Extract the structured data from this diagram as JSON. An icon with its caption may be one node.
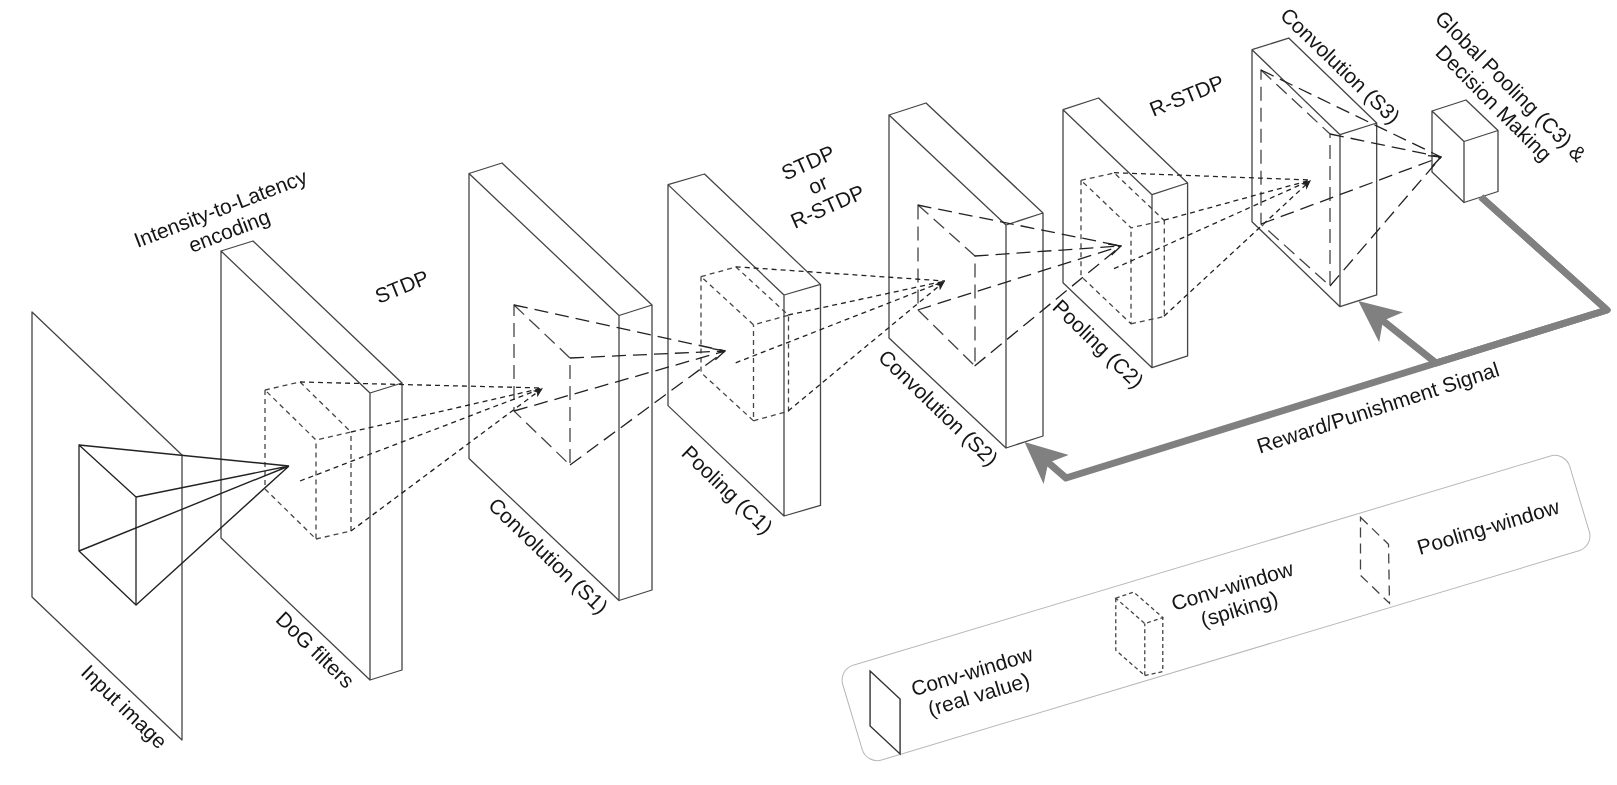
{
  "diagram": {
    "nodes": [
      {
        "text": [
          "Input image"
        ]
      },
      {
        "text": [],
        "shape": "parallelogram",
        "in": 0
      },
      {
        "text": [
          "DoG filters"
        ]
      },
      {
        "text": [],
        "shape": "cube",
        "in": 2
      },
      {
        "text": [
          "Convolution (S1)"
        ]
      },
      {
        "text": [],
        "shape": "parallelogram",
        "in": 4
      },
      {
        "text": [
          "Pooling (C1)"
        ]
      },
      {
        "text": [],
        "shape": "cube",
        "in": 6
      },
      {
        "text": [
          "Convolution (S2)"
        ]
      },
      {
        "text": [],
        "shape": "parallelogram",
        "in": 8
      },
      {
        "text": [
          "Pooling (C2)"
        ]
      },
      {
        "text": [],
        "shape": "cube",
        "in": 10
      },
      {
        "text": [
          "Convolution (S3)"
        ]
      },
      {
        "text": [],
        "shape": "parallelogram",
        "in": 12
      },
      {
        "text": [
          "Global Pooling (C3) & Decision Making"
        ]
      }
    ],
    "edges": [
      {
        "from": 1,
        "to": 3,
        "arrow": "none"
      },
      {
        "from": 3,
        "to": 5,
        "arrow": "to",
        "style": "dashed"
      },
      {
        "from": 5,
        "to": 7,
        "arrow": "to",
        "style": "dashed"
      },
      {
        "from": 7,
        "to": 9,
        "arrow": "to",
        "style": "dashed"
      },
      {
        "from": 9,
        "to": 11,
        "arrow": "to",
        "style": "dashed"
      },
      {
        "from": 11,
        "to": 13,
        "arrow": "to",
        "style": "dashed"
      },
      {
        "from": 13,
        "to": 14,
        "arrow": "to",
        "style": "dashed"
      },
      {
        "from": 14,
        "to": 12,
        "arrow": "to",
        "style": "thick",
        "color": "#808080"
      },
      {
        "from": 14,
        "to": 8,
        "arrow": "to",
        "style": "thick",
        "color": "#808080",
        "label": "Reward/Punishment Signal"
      }
    ],
    "labels": [
      "Intensity-to-Latency encoding",
      "STDP",
      "STDP or R-STDP",
      "R-STDP"
    ],
    "legend": [
      {
        "text": "Conv-window (real value)"
      },
      {
        "text": "Conv-window (spiking)"
      },
      {
        "text": "Pooling-window"
      }
    ]
  }
}
